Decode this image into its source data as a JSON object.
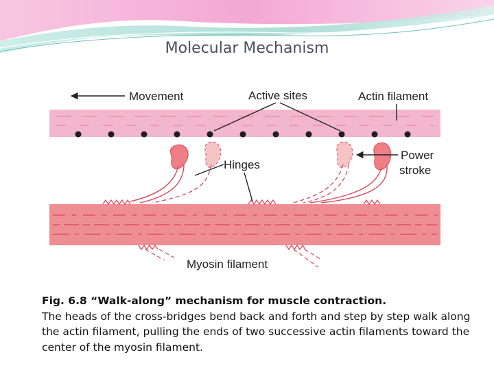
{
  "slide": {
    "title": "Molecular Mechanism"
  },
  "figure": {
    "labels": {
      "movement": "Movement",
      "active_sites": "Active sites",
      "actin_filament": "Actin filament",
      "hinges": "Hinges",
      "power_stroke_line1": "Power",
      "power_stroke_line2": "stroke",
      "myosin_filament": "Myosin filament"
    }
  },
  "caption": {
    "title": "Fig. 6.8  “Walk-along” mechanism for muscle contraction.",
    "body": "The heads of the cross-bridges bend back and forth and step by step walk along the actin filament, pulling the ends of two successive actin filaments toward the center of the myosin filament."
  },
  "colors": {
    "banner_pink": "#f2a6d2",
    "banner_teal": "#9fd8cf",
    "actin_band": "#f2b6cd",
    "myosin_band": "#ef8e92",
    "head_dark": "#ef7f87",
    "head_light": "#f7c4c6",
    "text_title": "#4a4f5c"
  }
}
